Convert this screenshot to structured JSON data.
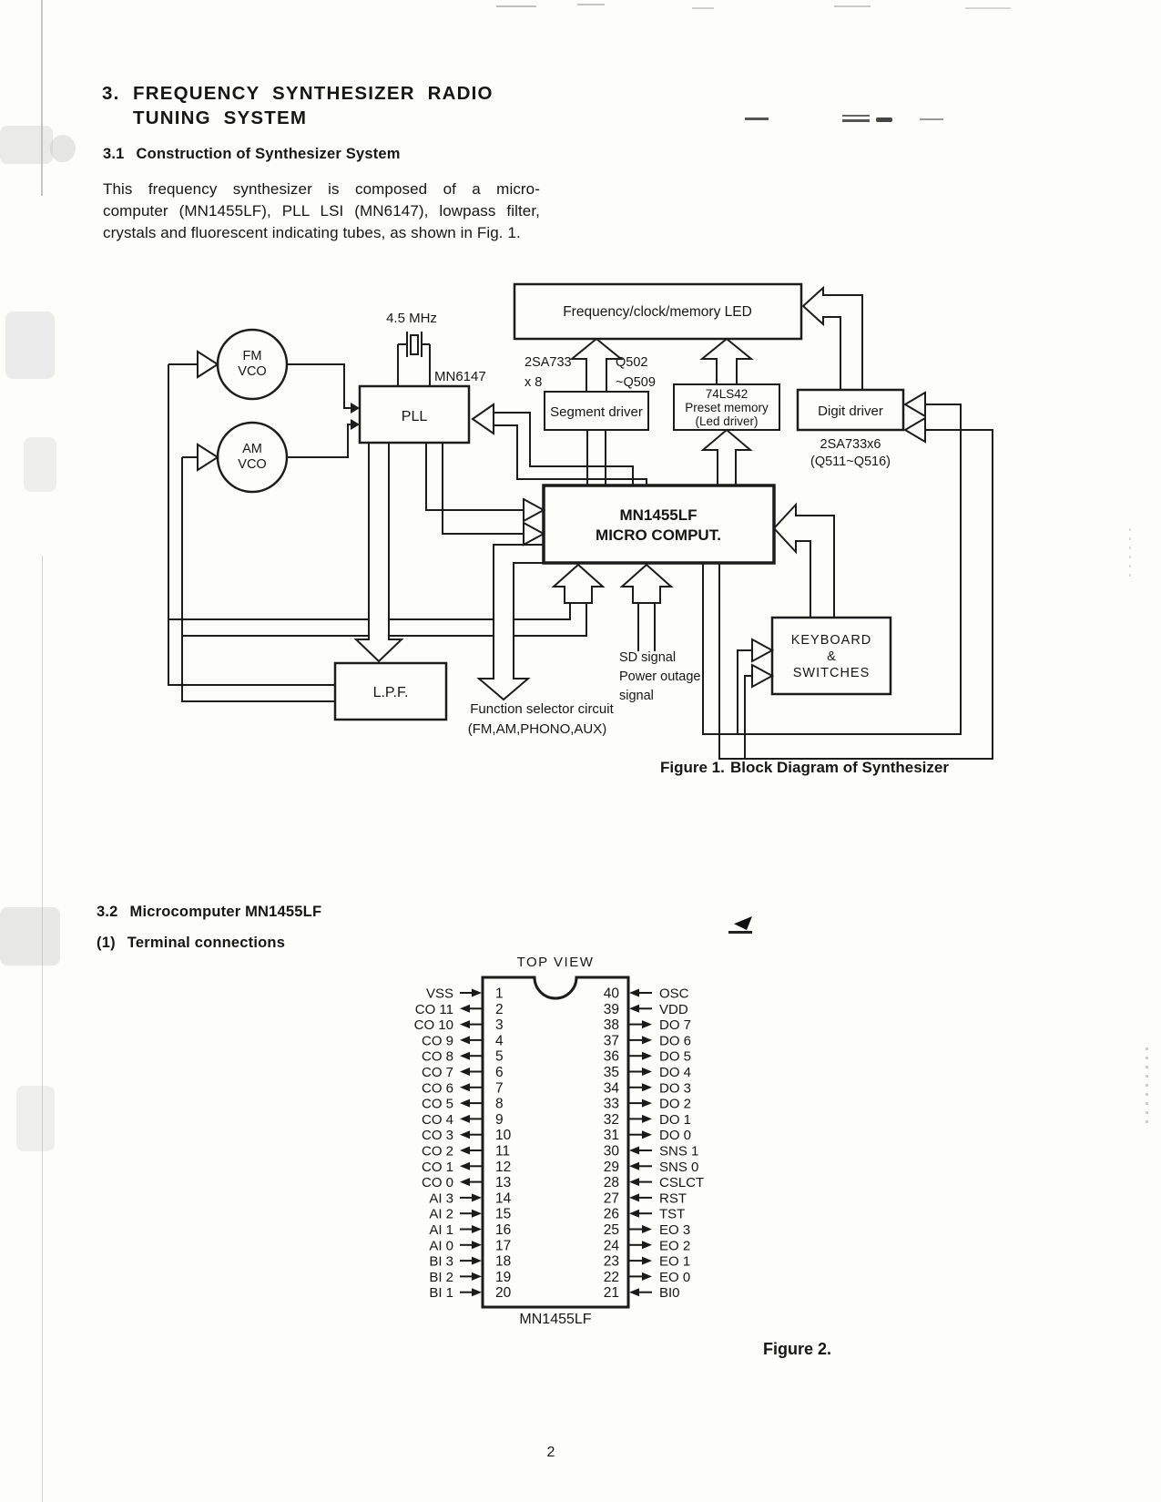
{
  "header": {
    "section_number": "3.",
    "title_line1": "FREQUENCY SYNTHESIZER RADIO",
    "title_line2": "TUNING SYSTEM"
  },
  "section_3_1": {
    "number": "3.1",
    "title": "Construction of Synthesizer System",
    "body_lines": [
      "This frequency synthesizer is composed of a micro-",
      "computer (MN1455LF), PLL LSI (MN6147), lowpass filter,",
      "crystals and fluorescent indicating tubes, as shown in Fig. 1."
    ]
  },
  "figure1": {
    "caption_prefix": "Figure 1.",
    "caption_text": "Block Diagram of Synthesizer",
    "labels": {
      "led": "Frequency/clock/memory LED",
      "xtal": "4.5 MHz",
      "pll_chip": "MN6147",
      "pll": "PLL",
      "fm1": "FM",
      "fm2": "VCO",
      "am1": "AM",
      "am2": "VCO",
      "seg": "Segment driver",
      "seg_sub1": "2SA733",
      "seg_sub2": "x 8",
      "seg_sub3": "Q502",
      "seg_sub4": "~Q509",
      "preset1": "74LS42",
      "preset2": "Preset memory",
      "preset3": "(Led driver)",
      "digit": "Digit driver",
      "digit_sub1": "2SA733x6",
      "digit_sub2": "(Q511~Q516)",
      "micro1": "MN1455LF",
      "micro2": "MICRO COMPUT.",
      "kb1": "KEYBOARD",
      "kb2": "&",
      "kb3": "SWITCHES",
      "lpf": "L.P.F.",
      "fsel1": "Function selector circuit",
      "fsel2": "(FM,AM,PHONO,AUX)",
      "sd1": "SD signal",
      "sd2": "Power outage",
      "sd3": "signal"
    }
  },
  "section_3_2": {
    "number": "3.2",
    "title": "Microcomputer MN1455LF"
  },
  "subsection_1": {
    "number": "(1)",
    "title": "Terminal connections"
  },
  "figure2": {
    "top_view": "TOP VIEW",
    "chip_name": "MN1455LF",
    "caption": "Figure 2.",
    "left_pins": [
      {
        "n": "1",
        "label": "VSS",
        "dir": "in"
      },
      {
        "n": "2",
        "label": "CO 11",
        "dir": "out"
      },
      {
        "n": "3",
        "label": "CO 10",
        "dir": "out"
      },
      {
        "n": "4",
        "label": "CO 9",
        "dir": "out"
      },
      {
        "n": "5",
        "label": "CO 8",
        "dir": "out"
      },
      {
        "n": "6",
        "label": "CO 7",
        "dir": "out"
      },
      {
        "n": "7",
        "label": "CO 6",
        "dir": "out"
      },
      {
        "n": "8",
        "label": "CO 5",
        "dir": "out"
      },
      {
        "n": "9",
        "label": "CO 4",
        "dir": "out"
      },
      {
        "n": "10",
        "label": "CO 3",
        "dir": "out"
      },
      {
        "n": "11",
        "label": "CO 2",
        "dir": "out"
      },
      {
        "n": "12",
        "label": "CO 1",
        "dir": "out"
      },
      {
        "n": "13",
        "label": "CO 0",
        "dir": "out"
      },
      {
        "n": "14",
        "label": "AI 3",
        "dir": "in"
      },
      {
        "n": "15",
        "label": "AI 2",
        "dir": "in"
      },
      {
        "n": "16",
        "label": "AI 1",
        "dir": "in"
      },
      {
        "n": "17",
        "label": "AI 0",
        "dir": "in"
      },
      {
        "n": "18",
        "label": "BI 3",
        "dir": "in"
      },
      {
        "n": "19",
        "label": "BI 2",
        "dir": "in"
      },
      {
        "n": "20",
        "label": "BI 1",
        "dir": "in"
      }
    ],
    "right_pins": [
      {
        "n": "40",
        "label": "OSC",
        "dir": "in"
      },
      {
        "n": "39",
        "label": "VDD",
        "dir": "in"
      },
      {
        "n": "38",
        "label": "DO 7",
        "dir": "out"
      },
      {
        "n": "37",
        "label": "DO 6",
        "dir": "out"
      },
      {
        "n": "36",
        "label": "DO 5",
        "dir": "out"
      },
      {
        "n": "35",
        "label": "DO 4",
        "dir": "out"
      },
      {
        "n": "34",
        "label": "DO 3",
        "dir": "out"
      },
      {
        "n": "33",
        "label": "DO 2",
        "dir": "out"
      },
      {
        "n": "32",
        "label": "DO 1",
        "dir": "out"
      },
      {
        "n": "31",
        "label": "DO 0",
        "dir": "out"
      },
      {
        "n": "30",
        "label": "SNS 1",
        "dir": "in"
      },
      {
        "n": "29",
        "label": "SNS 0",
        "dir": "in"
      },
      {
        "n": "28",
        "label": "CSLCT",
        "dir": "in"
      },
      {
        "n": "27",
        "label": "RST",
        "dir": "in"
      },
      {
        "n": "26",
        "label": "TST",
        "dir": "in"
      },
      {
        "n": "25",
        "label": "EO 3",
        "dir": "out"
      },
      {
        "n": "24",
        "label": "EO 2",
        "dir": "out"
      },
      {
        "n": "23",
        "label": "EO 1",
        "dir": "out"
      },
      {
        "n": "22",
        "label": "EO 0",
        "dir": "out"
      },
      {
        "n": "21",
        "label": "BI0",
        "dir": "in"
      }
    ]
  },
  "footer": {
    "page_number": "2"
  }
}
